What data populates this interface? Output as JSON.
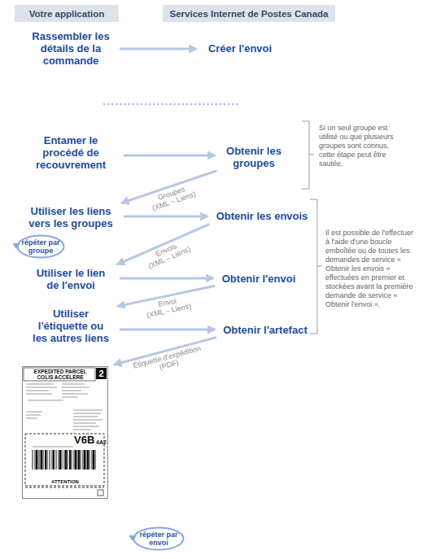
{
  "diagram": {
    "nodes": [
      {
        "text": [
          "Votre application"
        ]
      },
      {
        "text": [
          "Services Internet de Postes Canada"
        ]
      },
      {
        "text": [
          "Rassembler les détails de la commande"
        ]
      },
      {
        "text": [
          "Créer l'envoi"
        ]
      },
      {
        "text": [
          "Entamer le procédé de recouvrement"
        ]
      },
      {
        "text": [
          "Obtenir les groupes"
        ]
      },
      {
        "text": [
          "Utiliser les liens vers les groupes"
        ]
      },
      {
        "text": [
          "Obtenir les envois"
        ]
      },
      {
        "text": [
          "répéter par groupe"
        ]
      },
      {
        "text": [
          "Utiliser le lien de l'envoi"
        ]
      },
      {
        "text": [
          "Obtenir l'envoi"
        ]
      },
      {
        "text": [
          "Utiliser l'étiquette ou les autres liens"
        ]
      },
      {
        "text": [
          "Obtenir l'artefact"
        ]
      },
      {
        "text": [
          "EXPEDITED PARCEL",
          "COLIS ACCÉLÉRÉ",
          "2",
          "V6B",
          "4A2",
          "ATTENTION"
        ]
      },
      {
        "text": [
          "répéter par envoi"
        ]
      }
    ],
    "edges": [
      {
        "from": 2,
        "to": 3,
        "arrow": "to"
      },
      {
        "from": 4,
        "to": 5,
        "arrow": "to"
      },
      {
        "from": 5,
        "to": 6,
        "label": "Groupes",
        "arrow": "to"
      },
      {
        "from": 6,
        "to": 7,
        "arrow": "to"
      },
      {
        "from": 7,
        "to": 9,
        "label": "Envois",
        "arrow": "to"
      },
      {
        "from": 9,
        "to": 10,
        "arrow": "to"
      },
      {
        "from": 10,
        "to": 11,
        "label": "Envoi",
        "arrow": "to"
      },
      {
        "from": 11,
        "to": 12,
        "arrow": "to"
      },
      {
        "from": 12,
        "to": 13,
        "label": "Étiquette d'expédition",
        "arrow": "to"
      }
    ],
    "labels": [
      "Si un seul groupe est utilisé ou que plusieurs groupes sont connus, cette étape peut être sautée.",
      "(XML – Liens)",
      "Il est possible de l'effectuer à l'aide d'une boucle emboîtée ou de toutes les demandes de service « Obtenir les envois » effectuées en premier et stockées avant la première demande de service « Obtenir l'envoi ».",
      "(XML – Liens)",
      "(XML – Liens)",
      "(PDF)"
    ]
  }
}
